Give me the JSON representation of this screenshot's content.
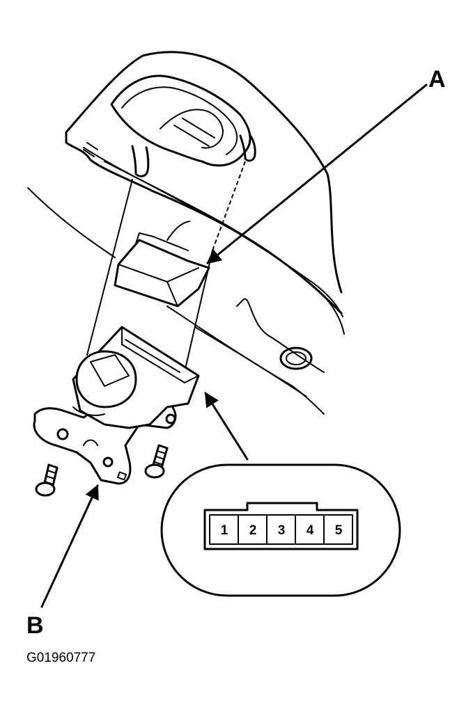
{
  "callouts": {
    "a": "A",
    "b": "B"
  },
  "connector": {
    "pins": [
      "1",
      "2",
      "3",
      "4",
      "5"
    ]
  },
  "figure_code": "G01960777"
}
